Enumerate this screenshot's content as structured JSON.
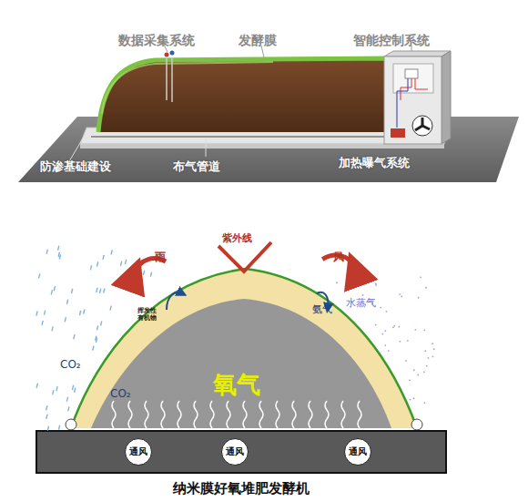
{
  "diagram": {
    "caption": "纳米膜好氧堆肥发酵机",
    "nodes": [
      {
        "text": [
          "通风"
        ]
      },
      {
        "text": [
          "通风"
        ]
      },
      {
        "text": [
          "通风"
        ]
      }
    ],
    "labels": [
      "数据采集系统",
      "发酵膜",
      "智能控制系统",
      "防渗基础建设",
      "布气管道",
      "加热曝气系统",
      "雨",
      "紫外线",
      "风",
      "挥发性 有机物",
      "氨气",
      "水蒸气",
      "CO₂",
      "CO₂",
      "氧气"
    ]
  }
}
